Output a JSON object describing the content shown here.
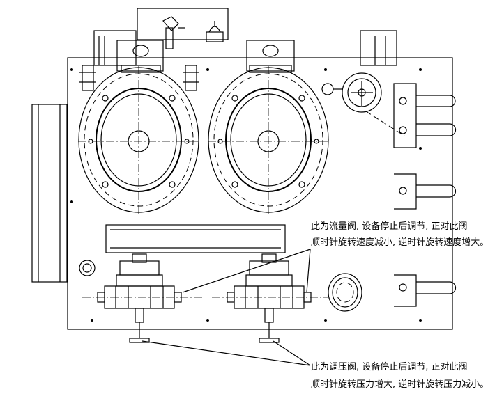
{
  "annotations": {
    "flow_valve": {
      "line1": "此为流量阀, 设备停止后调节, 正对此阀",
      "line2": "顺时针旋转速度减小, 逆时针旋转速度增大。"
    },
    "pressure_valve": {
      "line1": "此为调压阀, 设备停止后调节, 正对此阀",
      "line2": "顺时针旋转压力增大, 逆时针旋转压力减小。"
    }
  }
}
